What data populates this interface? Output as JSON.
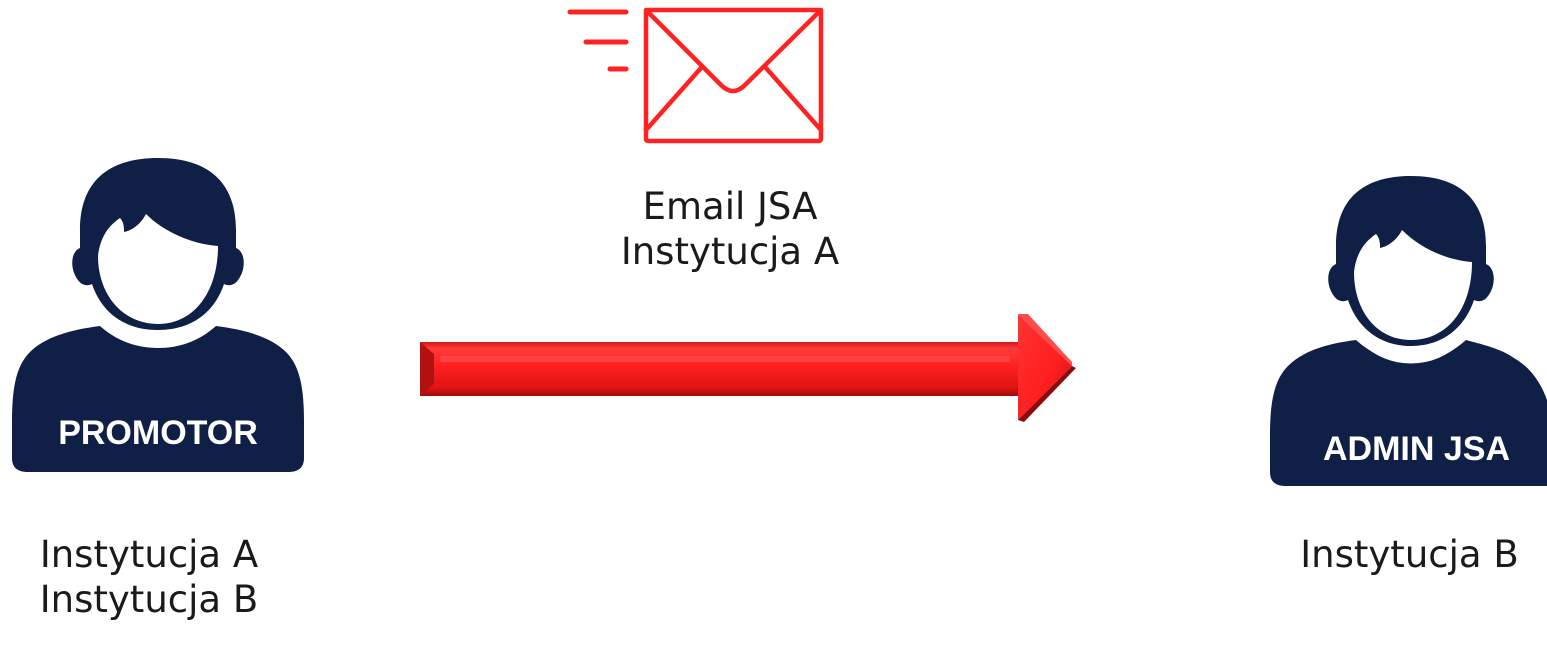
{
  "colors": {
    "person": "#0f1f45",
    "accent_red": "#ff2222",
    "text": "#1a1a1a",
    "label_text": "#ffffff"
  },
  "promotor": {
    "role_label": "PROMOTOR",
    "institutions": [
      "Instytucja A",
      "Instytucja B"
    ],
    "icon": "person-icon"
  },
  "admin": {
    "role_label": "ADMIN JSA",
    "institutions": [
      "Instytucja B"
    ],
    "icon": "person-icon"
  },
  "email": {
    "icon": "sending-envelope-icon",
    "lines": [
      "Email JSA",
      "Instytucja A"
    ]
  },
  "arrow": {
    "icon": "arrow-right-icon",
    "direction": "right"
  }
}
